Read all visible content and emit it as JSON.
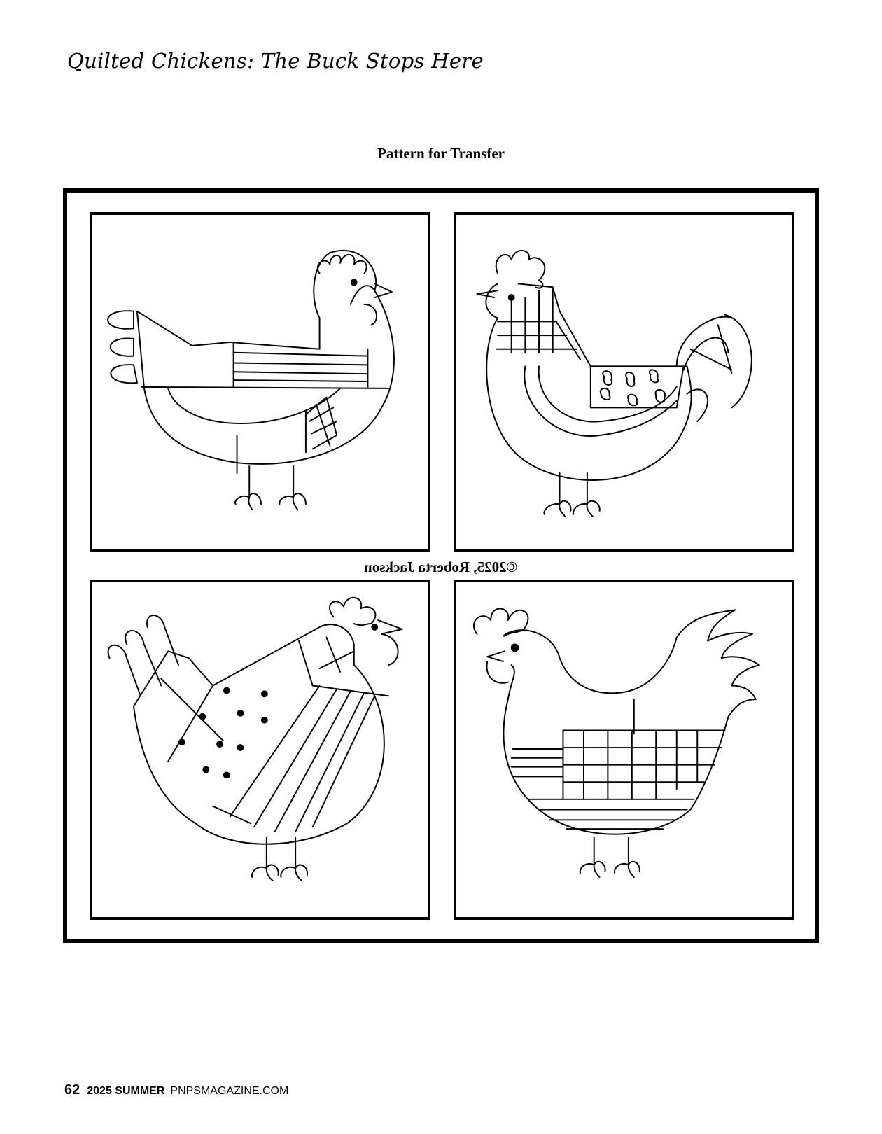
{
  "header": {
    "title": "Quilted Chickens: The Buck Stops Here"
  },
  "pattern": {
    "heading": "Pattern for Transfer",
    "copyright_mirrored": "©2025, Roberta Jackson"
  },
  "footer": {
    "page_number": "62",
    "issue": "2025 SUMMER",
    "website": "PNPSMAGAZINE.COM"
  }
}
